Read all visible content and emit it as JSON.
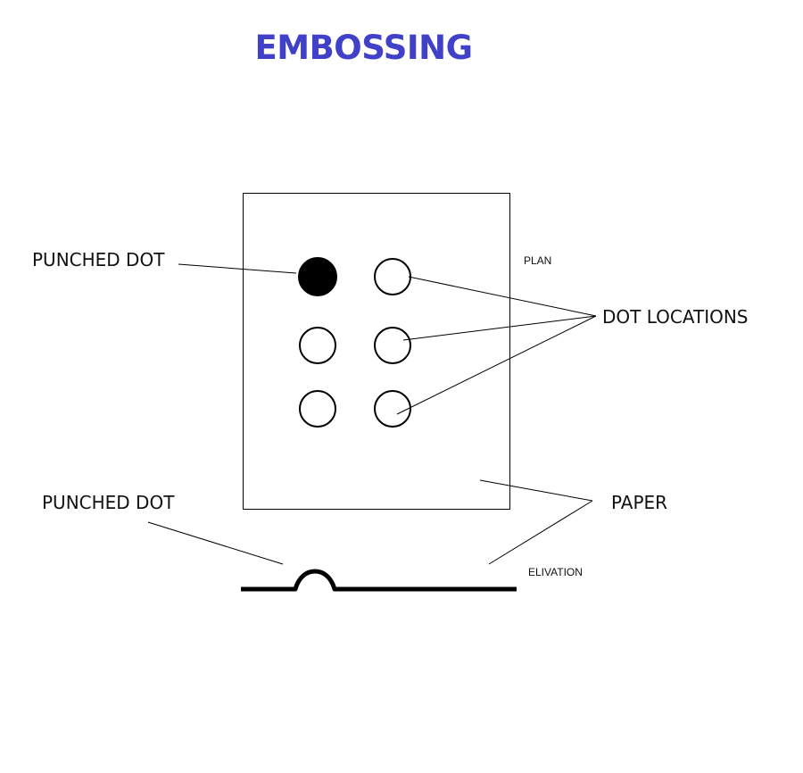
{
  "title": "EMBOSSING",
  "labels": {
    "punched_dot_plan": "PUNCHED DOT",
    "plan": "PLAN",
    "dot_locations": "DOT LOCATIONS",
    "punched_dot_elevation": "PUNCHED DOT",
    "paper": "PAPER",
    "elevation": "ELIVATION"
  },
  "braille_cell": {
    "dots": [
      {
        "position": 1,
        "punched": true
      },
      {
        "position": 4,
        "punched": false
      },
      {
        "position": 2,
        "punched": false
      },
      {
        "position": 5,
        "punched": false
      },
      {
        "position": 3,
        "punched": false
      },
      {
        "position": 6,
        "punched": false
      }
    ]
  },
  "colors": {
    "title": "#4040c8",
    "ink": "#000000"
  }
}
